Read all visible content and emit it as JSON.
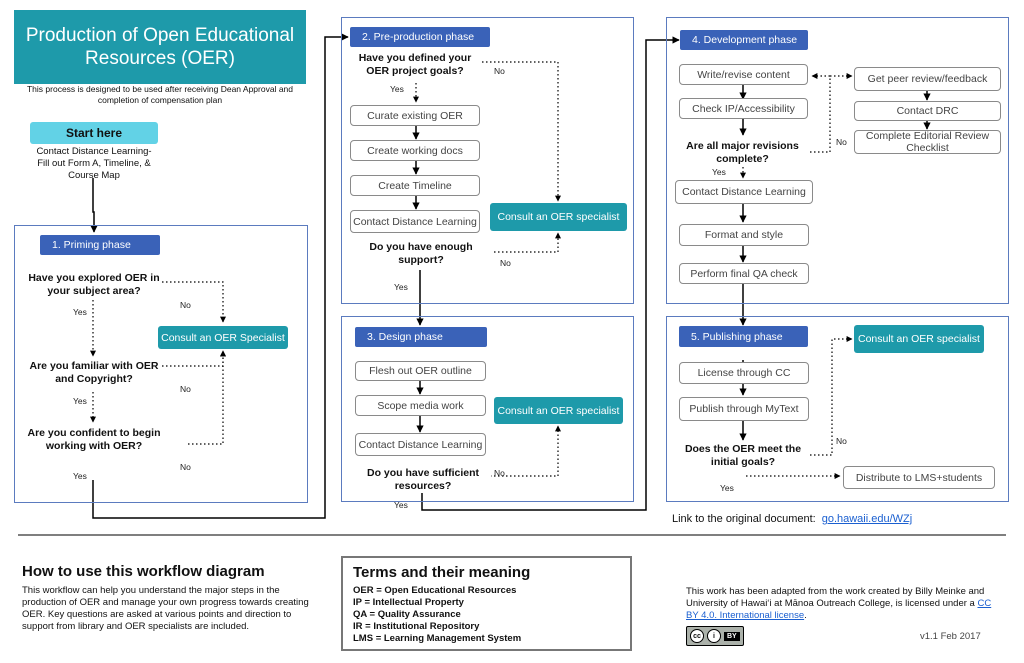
{
  "header": {
    "title": "Production of Open Educational Resources (OER)",
    "subtitle": "This process is designed to be used after receiving Dean Approval and completion of compensation plan"
  },
  "start": {
    "label": "Start here",
    "desc": "Contact Distance Learning- Fill out Form A, Timeline, & Course Map"
  },
  "labels": {
    "yes": "Yes",
    "no": "No"
  },
  "phase1": {
    "title": "1. Priming phase",
    "q1": "Have you explored OER in your subject area?",
    "q2": "Are you familiar with OER and Copyright?",
    "q3": "Are you confident to begin working with OER?",
    "consult": "Consult an OER Specialist"
  },
  "phase2": {
    "title": "2. Pre-production phase",
    "q1": "Have you defined your OER project goals?",
    "steps": [
      "Curate existing OER",
      "Create working docs",
      "Create Timeline",
      "Contact Distance Learning"
    ],
    "q2": "Do you have enough support?",
    "consult": "Consult an OER specialist"
  },
  "phase3": {
    "title": "3. Design phase",
    "steps": [
      "Flesh out OER outline",
      "Scope media work",
      "Contact Distance Learning"
    ],
    "q1": "Do you have sufficient resources?",
    "consult": "Consult an OER specialist"
  },
  "phase4": {
    "title": "4. Development phase",
    "steps": [
      "Write/revise content",
      "Check IP/Accessibility",
      "Contact Distance Learning",
      "Format and style",
      "Perform final QA check"
    ],
    "q1": "Are all major revisions complete?",
    "side": [
      "Get peer review/feedback",
      "Contact DRC",
      "Complete Editorial Review Checklist"
    ]
  },
  "phase5": {
    "title": "5. Publishing phase",
    "steps": [
      "License through CC",
      "Publish through MyText"
    ],
    "q1": "Does the OER meet the initial goals?",
    "consult": "Consult an OER specialist",
    "distribute": "Distribute to LMS+students"
  },
  "link": {
    "label": "Link to the original document:",
    "url_text": "go.hawaii.edu/WZj"
  },
  "how": {
    "title": "How to use this workflow diagram",
    "body": "This workflow can help you understand the major steps in the production of OER and manage your own progress towards creating OER. Key questions are asked at various points and direction to support from library and OER specialists are included."
  },
  "terms": {
    "title": "Terms and their meaning",
    "items": [
      "OER = Open Educational Resources",
      "IP = Intellectual Property",
      "QA = Quality Assurance",
      "IR = Institutional Repository",
      "LMS = Learning Management System"
    ]
  },
  "credit": {
    "text": "This work has been adapted from the work created by Billy Meinke and University of Hawaiʻi at Mānoa Outreach College, is licensed under a",
    "license_link": "CC BY 4.0. International license",
    "end": ".",
    "badge": [
      "cc",
      "i",
      "BY"
    ]
  },
  "version": "v1.1 Feb 2017"
}
